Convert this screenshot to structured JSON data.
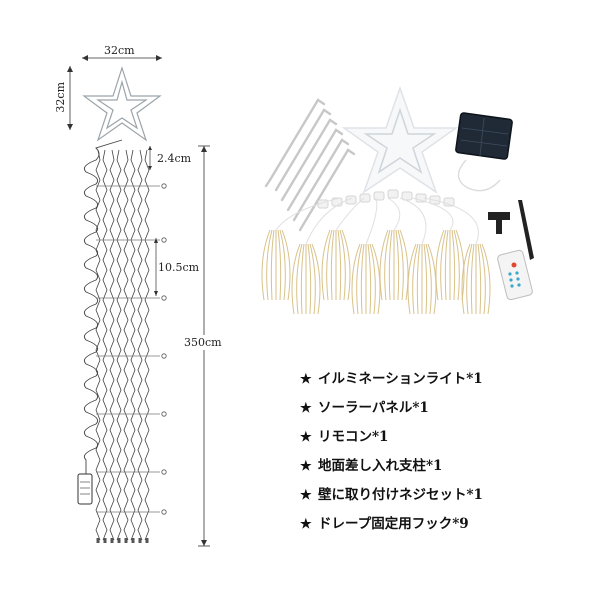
{
  "dimensions": {
    "star_width": "32cm",
    "star_height": "32cm",
    "strand_spacing_top": "2.4cm",
    "strand_spacing": "10.5cm",
    "total_length": "350cm"
  },
  "package_contents": {
    "bullet": "★",
    "items": [
      "イルミネーションライト*1",
      "ソーラーパネル*1",
      "リモコン*1",
      "地面差し入れ支柱*1",
      "壁に取り付けネジセット*1",
      "ドレープ固定用フック*9"
    ]
  },
  "icons": {
    "star_topper": "star-outline-icon",
    "solar_panel": "solar-panel-icon",
    "remote": "remote-control-icon",
    "stake": "ground-stake-icon",
    "battery_box": "battery-box-icon",
    "hook": "hook-icon"
  },
  "colors": {
    "wire": "#444444",
    "bulb": "#d9c28a",
    "panel": "#1f2a36",
    "dimension_line": "#333333"
  }
}
